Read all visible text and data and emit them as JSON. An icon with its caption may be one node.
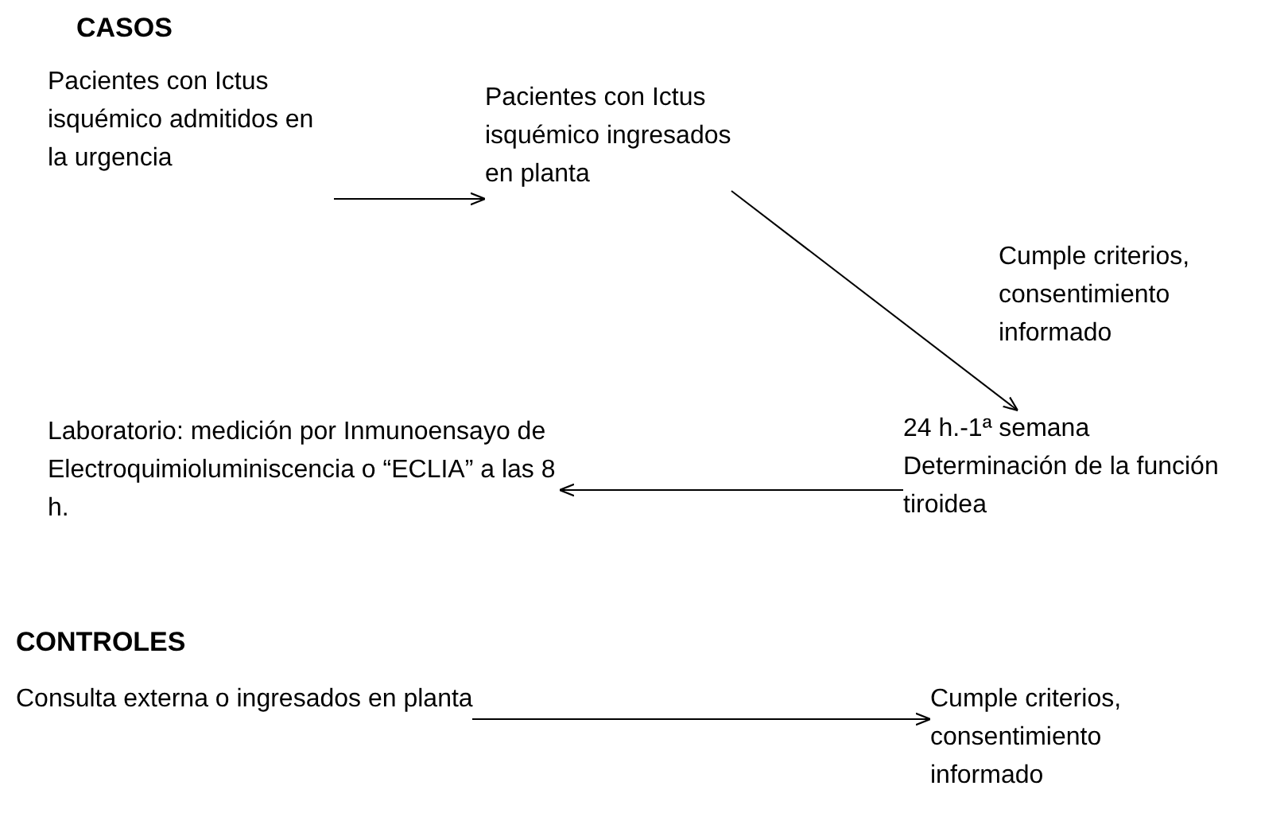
{
  "diagram": {
    "nodes": [
      {
        "text": [
          "Pacientes con Ictus isquémico admitidos en la urgencia"
        ]
      },
      {
        "text": [
          "Pacientes con Ictus isquémico ingresados en planta"
        ]
      },
      {
        "text": [
          "24 h.-1ª semana Determinación de la función tiroidea"
        ]
      },
      {
        "text": [
          "Laboratorio: medición por Inmunoensayo de Electroquimioluminiscencia o “ECLIA” a las 8 h."
        ]
      },
      {
        "text": [
          "Consulta externa o ingresados en planta"
        ]
      },
      {
        "text": [
          "Cumple criterios, consentimiento informado"
        ]
      }
    ],
    "edges": [
      {
        "from": 0,
        "to": 1,
        "arrow": "to"
      },
      {
        "from": 1,
        "to": 2,
        "arrow": "to",
        "label": "Cumple criterios, consentimiento informado"
      },
      {
        "from": 2,
        "to": 3,
        "arrow": "to"
      },
      {
        "from": 4,
        "to": 5,
        "arrow": "to"
      }
    ],
    "labels": [
      "CASOS",
      "CONTROLES"
    ]
  }
}
